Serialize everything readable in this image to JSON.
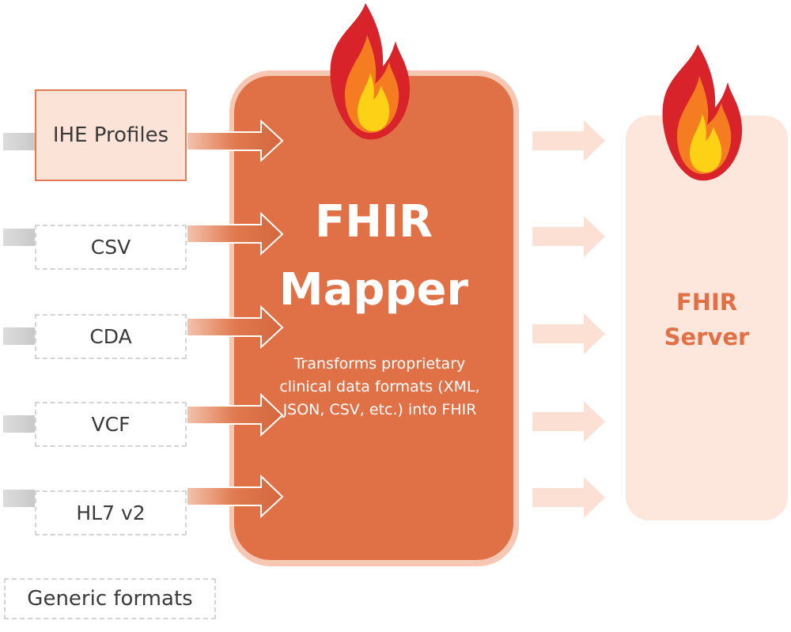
{
  "inputs": [
    {
      "label": "IHE Profiles",
      "style": "highlighted"
    },
    {
      "label": "CSV",
      "style": "dashed"
    },
    {
      "label": "CDA",
      "style": "dashed"
    },
    {
      "label": "VCF",
      "style": "dashed"
    },
    {
      "label": "HL7 v2",
      "style": "dashed"
    }
  ],
  "mapper": {
    "title": "FHIR\nMapper",
    "description": "Transforms proprietary clinical data formats (XML, JSON, CSV, etc.) into FHIR"
  },
  "server": {
    "title": "FHIR\nServer"
  },
  "legend": {
    "generic_label": "Generic formats"
  },
  "icons": [
    "fire-icon"
  ],
  "colors": {
    "mapper": "#e07146",
    "mapper_border": "#f6c7b3",
    "server_bg": "#fde6dc",
    "server_text": "#e07146",
    "highlight_box_bg": "#fbe3d8",
    "highlight_box_border": "#e07b54",
    "dashed_border": "#d4d4d4"
  }
}
